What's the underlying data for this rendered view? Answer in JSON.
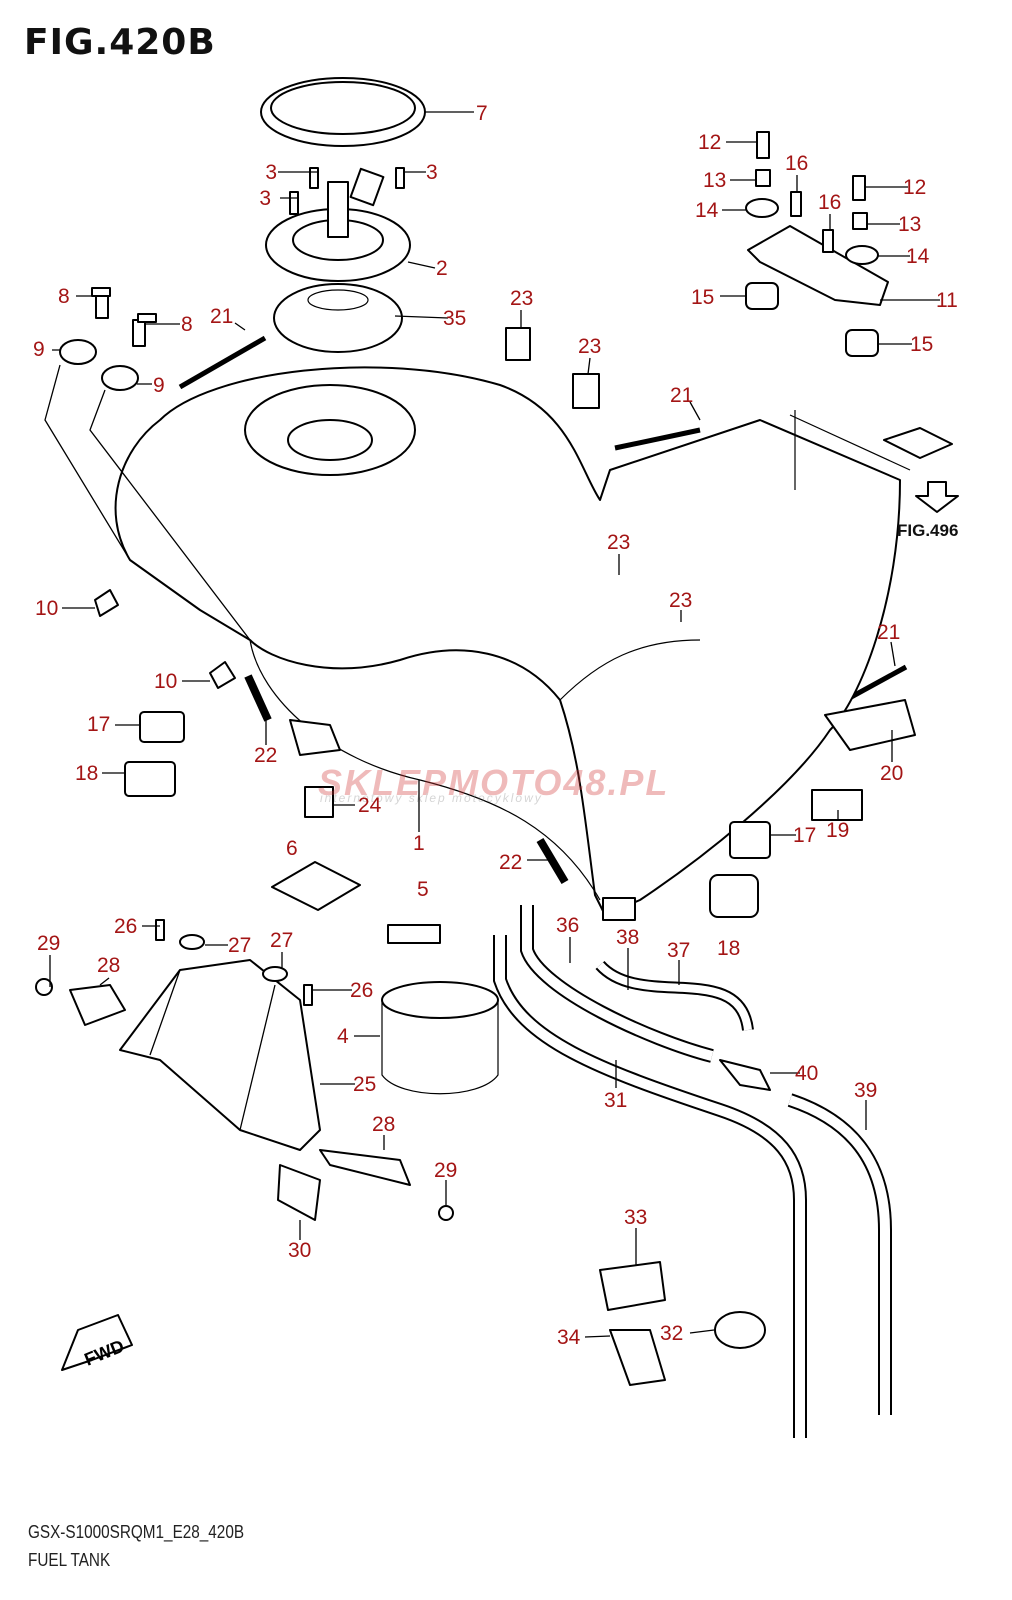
{
  "title": "FIG.420B",
  "reference_label": "FIG.496",
  "footer": {
    "model_code": "GSX-S1000SRQM1_E28_420B",
    "name": "FUEL TANK"
  },
  "watermark": {
    "brand": "SKLEPMOTO48.PL",
    "tagline": "internetowy sklep motocyklowy"
  },
  "fwd_label": "FWD",
  "callout_color": "#a31515",
  "callouts": [
    "7",
    "3",
    "3",
    "3",
    "2",
    "35",
    "8",
    "8",
    "9",
    "9",
    "21",
    "21",
    "21",
    "23",
    "23",
    "23",
    "23",
    "12",
    "12",
    "16",
    "16",
    "13",
    "13",
    "14",
    "14",
    "15",
    "15",
    "11",
    "10",
    "10",
    "17",
    "17",
    "18",
    "18",
    "22",
    "22",
    "24",
    "1",
    "6",
    "5",
    "19",
    "20",
    "29",
    "29",
    "26",
    "26",
    "27",
    "27",
    "28",
    "28",
    "4",
    "25",
    "30",
    "36",
    "38",
    "37",
    "40",
    "31",
    "39",
    "33",
    "32",
    "34"
  ]
}
